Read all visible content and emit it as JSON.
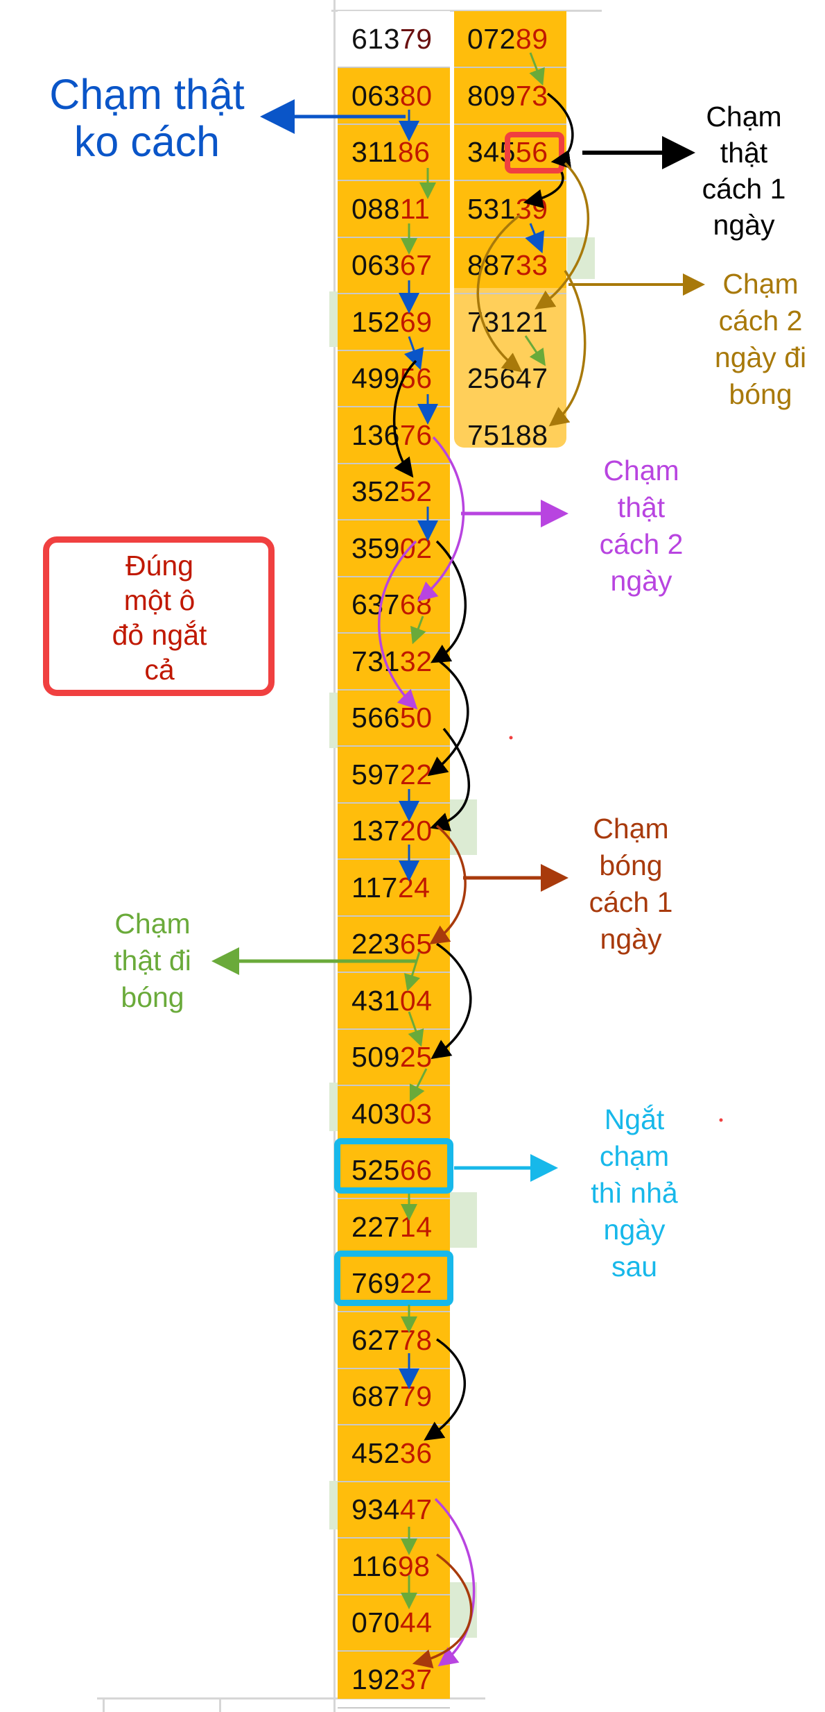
{
  "column_a": [
    {
      "head": "613",
      "tail": "79",
      "plain": true
    },
    {
      "head": "063",
      "tail": "80"
    },
    {
      "head": "311",
      "tail": "86"
    },
    {
      "head": "088",
      "tail": "11"
    },
    {
      "head": "063",
      "tail": "67"
    },
    {
      "head": "152",
      "tail": "69"
    },
    {
      "head": "499",
      "tail": "56"
    },
    {
      "head": "136",
      "tail": "76"
    },
    {
      "head": "352",
      "tail": "52"
    },
    {
      "head": "359",
      "tail": "02"
    },
    {
      "head": "637",
      "tail": "68"
    },
    {
      "head": "731",
      "tail": "32"
    },
    {
      "head": "566",
      "tail": "50"
    },
    {
      "head": "597",
      "tail": "22"
    },
    {
      "head": "137",
      "tail": "20"
    },
    {
      "head": "117",
      "tail": "24"
    },
    {
      "head": "223",
      "tail": "65"
    },
    {
      "head": "431",
      "tail": "04"
    },
    {
      "head": "509",
      "tail": "25"
    },
    {
      "head": "403",
      "tail": "03"
    },
    {
      "head": "525",
      "tail": "66"
    },
    {
      "head": "227",
      "tail": "14"
    },
    {
      "head": "769",
      "tail": "22"
    },
    {
      "head": "627",
      "tail": "78"
    },
    {
      "head": "687",
      "tail": "79"
    },
    {
      "head": "452",
      "tail": "36"
    },
    {
      "head": "934",
      "tail": "47"
    },
    {
      "head": "116",
      "tail": "98"
    },
    {
      "head": "070",
      "tail": "44"
    },
    {
      "head": "192",
      "tail": "37"
    }
  ],
  "column_b": [
    {
      "head": "072",
      "tail": "89"
    },
    {
      "head": "809",
      "tail": "73"
    },
    {
      "head": "345",
      "tail": "56"
    },
    {
      "head": "531",
      "tail": "39"
    },
    {
      "head": "887",
      "tail": "33"
    },
    {
      "head": "73121",
      "tail": "",
      "shaded": true
    },
    {
      "head": "25647",
      "tail": "",
      "shaded": true
    },
    {
      "head": "75188",
      "tail": "",
      "shaded": true
    }
  ],
  "annotations": {
    "cham_that_ko_cach": [
      "Chạm thật",
      "ko cách"
    ],
    "cham_that_cach_1_ngay": [
      "Chạm",
      "thật",
      "cách 1",
      "ngày"
    ],
    "cham_cach_2_ngay_di_bong": [
      "Chạm",
      "cách 2",
      "ngày đi",
      "bóng"
    ],
    "cham_that_cach_2_ngay": [
      "Chạm",
      "thật",
      "cách 2",
      "ngày"
    ],
    "dung_mot_o_do_ngat_ca": [
      "Đúng",
      "một ô",
      "đỏ ngắt",
      "cả"
    ],
    "cham_bong_cach_1_ngay": [
      "Chạm",
      "bóng",
      "cách 1",
      "ngày"
    ],
    "cham_that_di_bong": [
      "Chạm",
      "thật đi",
      "bóng"
    ],
    "ngat_cham_thi_nha_ngay_sau": [
      "Ngắt",
      "chạm",
      "thì nhả",
      "ngày",
      "sau"
    ]
  },
  "colors": {
    "cell_fill": "#ffbd0c",
    "tail_digits": "#c01800",
    "blue": "#0a55c8",
    "black": "#000000",
    "olive": "#a8790a",
    "purple": "#b844e0",
    "red": "#f04040",
    "brown": "#a83a0c",
    "green": "#6aaa3a",
    "cyan": "#17b8ea"
  }
}
